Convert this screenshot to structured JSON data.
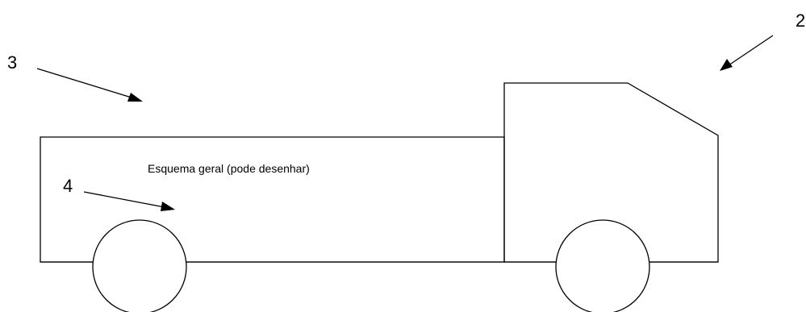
{
  "diagram": {
    "caption": "Esquema geral (pode desenhar)",
    "callouts": {
      "label_2": "2",
      "label_3": "3",
      "label_4": "4"
    },
    "colors": {
      "stroke": "#000000",
      "background": "#ffffff"
    }
  }
}
